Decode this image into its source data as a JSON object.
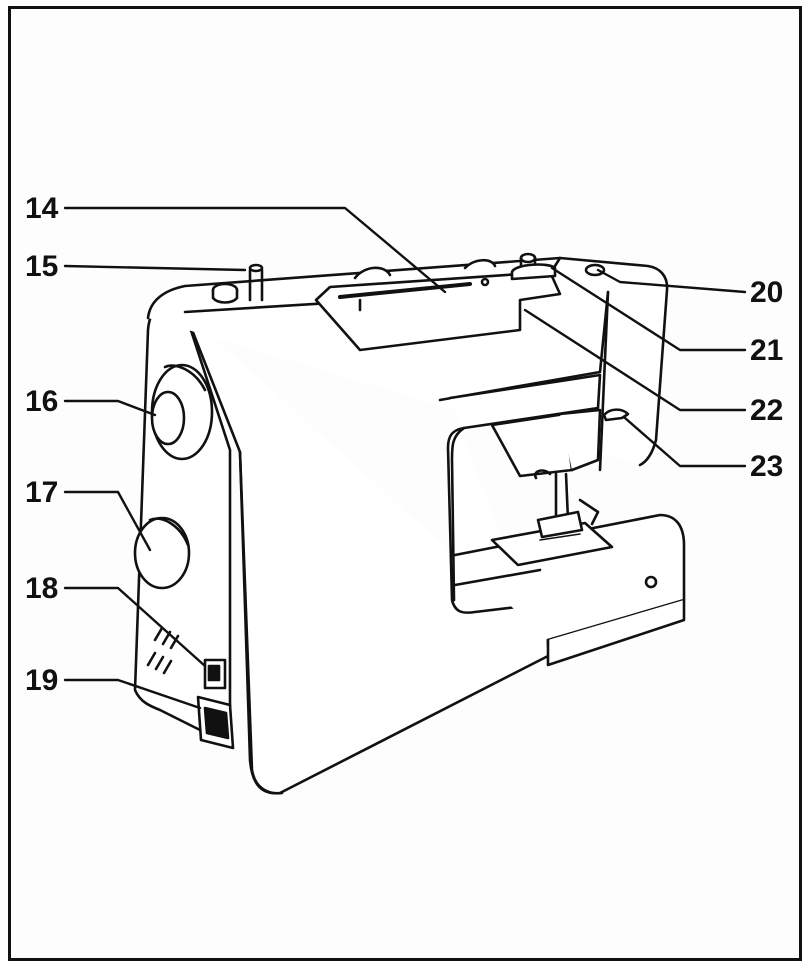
{
  "labels": {
    "l14": "14",
    "l15": "15",
    "l16": "16",
    "l17": "17",
    "l18": "18",
    "l19": "19",
    "l20": "20",
    "l21": "21",
    "l22": "22",
    "l23": "23"
  },
  "colors": {
    "ink": "#111111",
    "paper": "#fdfdfd"
  }
}
